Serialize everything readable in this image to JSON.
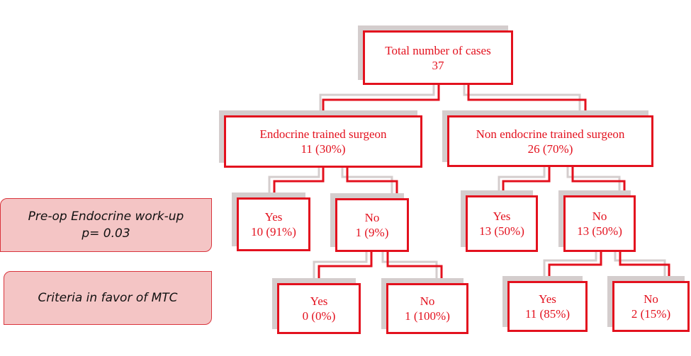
{
  "nodes": {
    "total": {
      "title": "Total number of cases",
      "value": "37"
    },
    "endo": {
      "title": "Endocrine trained surgeon",
      "value": "11 (30%)"
    },
    "nonendo": {
      "title": "Non endocrine trained surgeon",
      "value": "26 (70%)"
    },
    "endo_yes": {
      "title": "Yes",
      "value": "10 (91%)"
    },
    "endo_no": {
      "title": "No",
      "value": "1 (9%)"
    },
    "nonendo_yes": {
      "title": "Yes",
      "value": "13 (50%)"
    },
    "nonendo_no": {
      "title": "No",
      "value": "13 (50%)"
    },
    "mtc_endo_yes": {
      "title": "Yes",
      "value": "0 (0%)"
    },
    "mtc_endo_no": {
      "title": "No",
      "value": "1 (100%)"
    },
    "mtc_nonendo_yes": {
      "title": "Yes",
      "value": "11 (85%)"
    },
    "mtc_nonendo_no": {
      "title": "No",
      "value": "2 (15%)"
    }
  },
  "row_labels": {
    "preop": {
      "line1": "Pre-op Endocrine work-up",
      "line2": "p= 0.03"
    },
    "criteria": {
      "line1": "Criteria in favor of MTC"
    }
  },
  "colors": {
    "node_border": "#e3111e",
    "node_text": "#e3111e",
    "shadow": "#d4cdcd",
    "label_fill": "#f4c5c5",
    "label_text": "#111111"
  }
}
